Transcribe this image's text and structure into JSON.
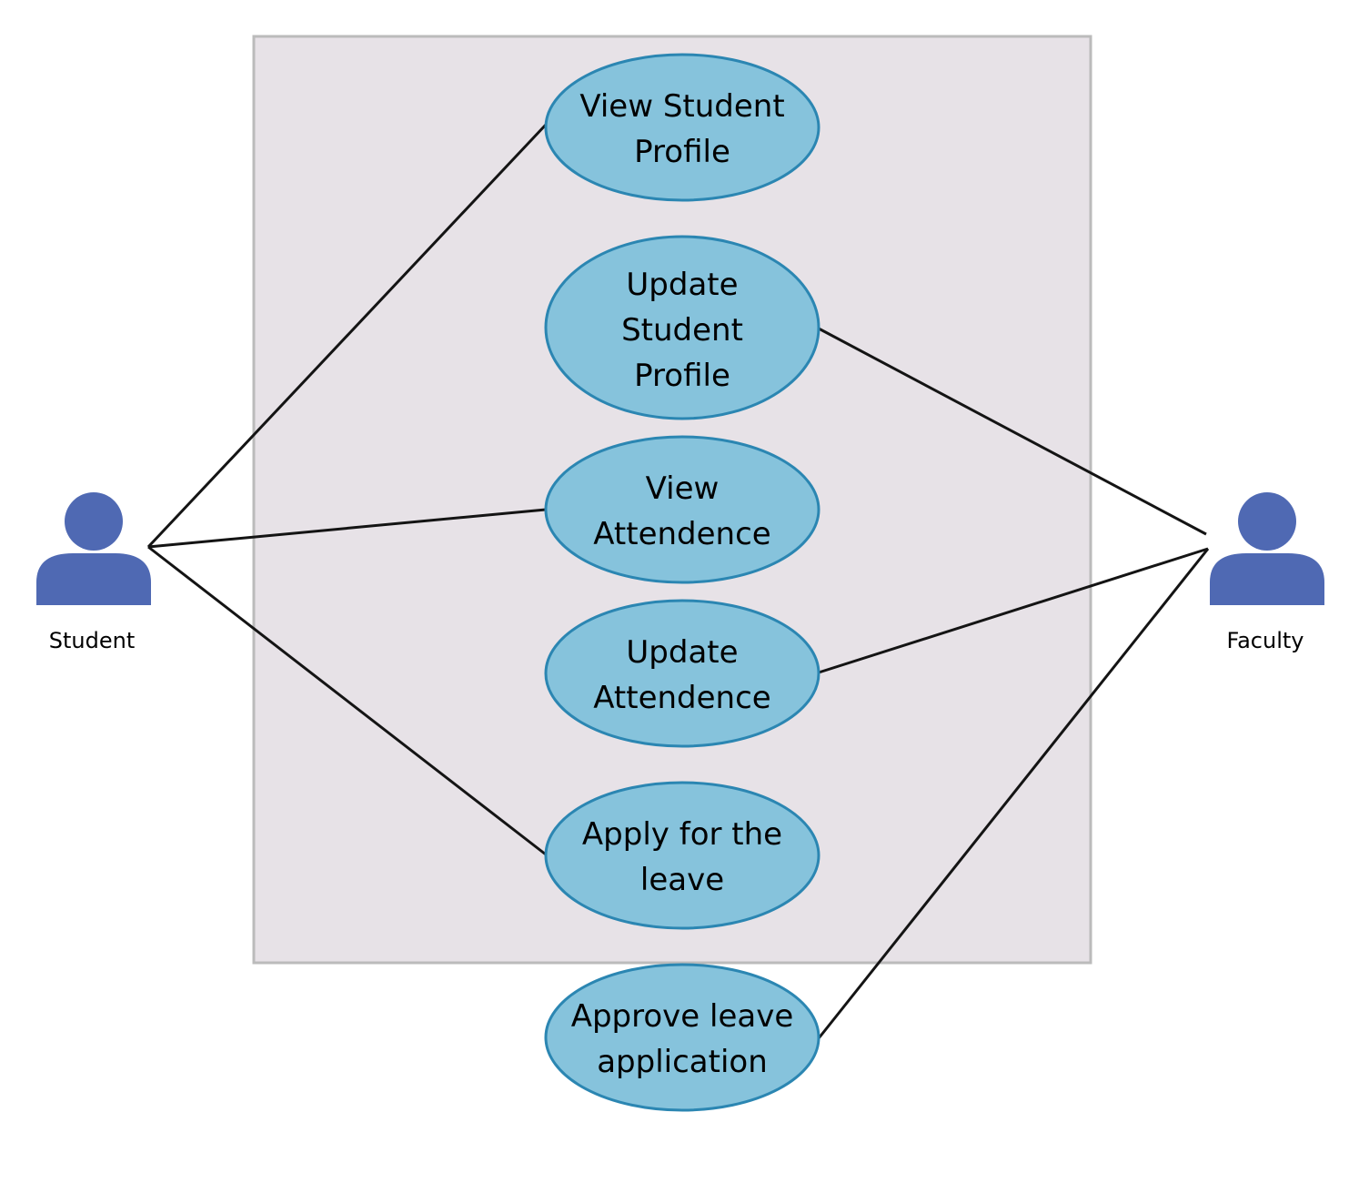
{
  "colors": {
    "boundary_fill": "#e7e2e7",
    "usecase_fill": "#86c3dc",
    "usecase_stroke": "#2b86b2",
    "actor_fill": "#4f69b3",
    "line": "#141414"
  },
  "actors": [
    {
      "id": "student",
      "label": "Student",
      "icon": "user-icon"
    },
    {
      "id": "faculty",
      "label": "Faculty",
      "icon": "user-icon"
    }
  ],
  "use_cases": [
    {
      "id": "view_profile",
      "lines": [
        "View Student",
        "Profile"
      ]
    },
    {
      "id": "update_profile",
      "lines": [
        "Update",
        "Student",
        "Profile"
      ]
    },
    {
      "id": "view_attendence",
      "lines": [
        "View",
        "Attendence"
      ]
    },
    {
      "id": "update_attendence",
      "lines": [
        "Update",
        "Attendence"
      ]
    },
    {
      "id": "apply_leave",
      "lines": [
        "Apply for the",
        "leave"
      ]
    },
    {
      "id": "approve_leave",
      "lines": [
        "Approve leave",
        "application"
      ]
    }
  ],
  "associations": [
    {
      "actor": "student",
      "use_case": "view_profile"
    },
    {
      "actor": "student",
      "use_case": "view_attendence"
    },
    {
      "actor": "student",
      "use_case": "apply_leave"
    },
    {
      "actor": "faculty",
      "use_case": "update_profile"
    },
    {
      "actor": "faculty",
      "use_case": "update_attendence"
    },
    {
      "actor": "faculty",
      "use_case": "approve_leave"
    }
  ]
}
